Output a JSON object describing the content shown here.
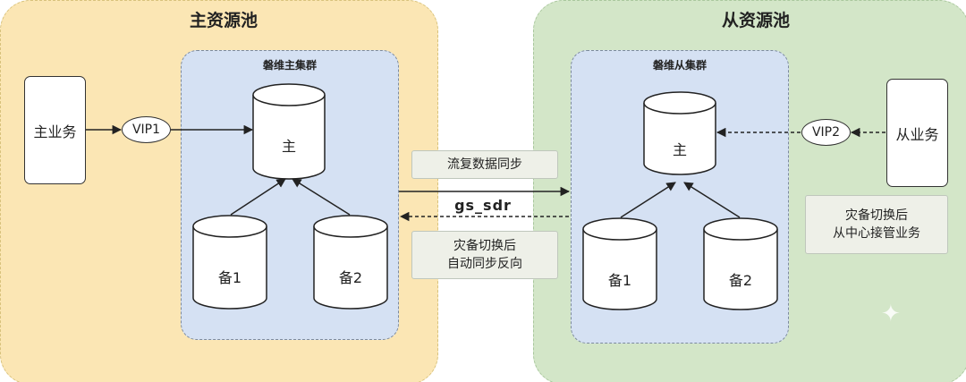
{
  "pools": {
    "primary": {
      "title": "主资源池",
      "cluster_title": "磐维主集群"
    },
    "standby": {
      "title": "从资源池",
      "cluster_title": "磐维从集群"
    }
  },
  "primary_side": {
    "service": "主业务",
    "vip": "VIP1",
    "nodes": {
      "main": "主",
      "backup1": "备1",
      "backup2": "备2"
    }
  },
  "standby_side": {
    "service": "从业务",
    "vip": "VIP2",
    "nodes": {
      "main": "主",
      "backup1": "备1",
      "backup2": "备2"
    },
    "takeover_note": "灾备切换后\n从中心接管业务"
  },
  "sync": {
    "stream_note": "流复数据同步",
    "tool_label": "gs_sdr",
    "reverse_note": "灾备切换后\n自动同步反向"
  },
  "colors": {
    "primary_pool_bg": "#fbe6b4",
    "standby_pool_bg": "#d3e6c8",
    "cluster_bg": "#d5e1f3",
    "note_bg": "#eef0e8"
  },
  "icons": {
    "watermark": "sparkle-icon"
  }
}
